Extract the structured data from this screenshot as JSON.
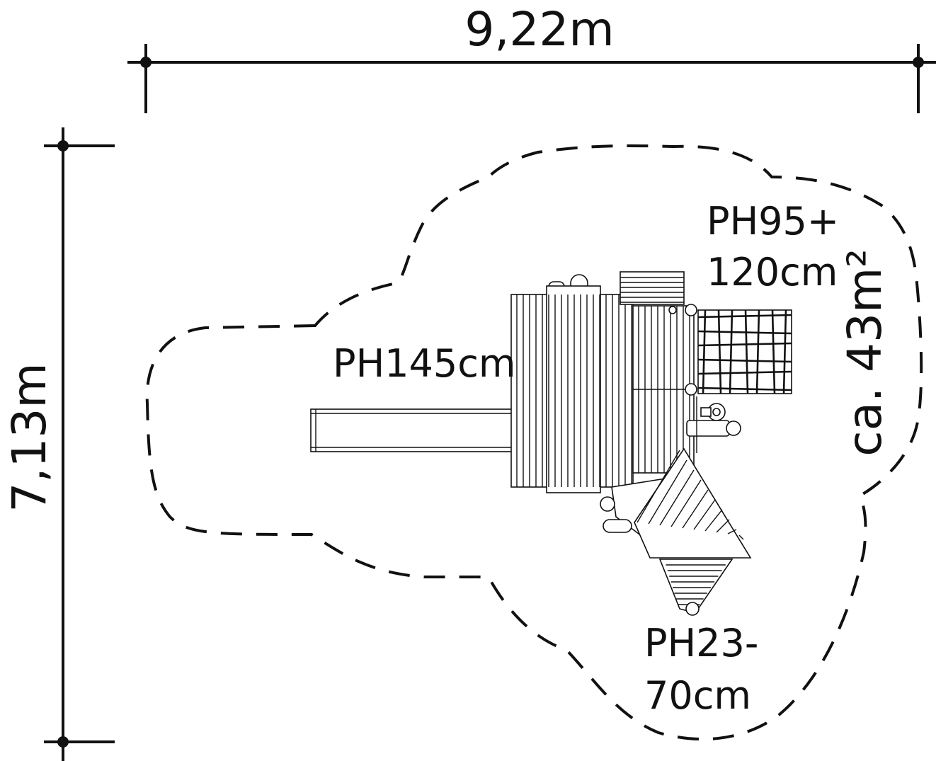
{
  "dimensions": {
    "width": "9,22m",
    "depth": "7,13m"
  },
  "area": {
    "label": "ca. 43m²"
  },
  "platforms": {
    "main": "PH145cm",
    "net_line1": "PH95+",
    "net_line2": "120cm",
    "ramp_line1": "PH23-",
    "ramp_line2": "70cm"
  },
  "colors": {
    "ink": "#111111",
    "background": "#ffffff"
  }
}
